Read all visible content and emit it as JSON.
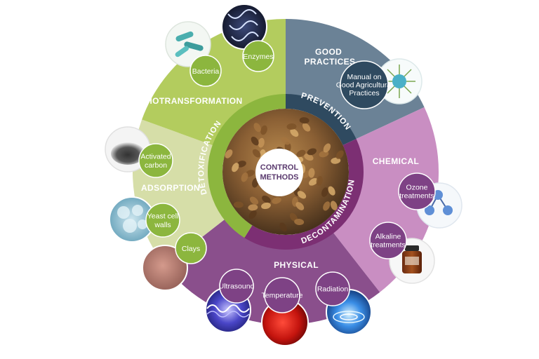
{
  "center": {
    "lines": [
      "CONTROL",
      "METHODS"
    ]
  },
  "ring": {
    "prevention": "PREVENTION",
    "detoxification": "DETOXIFICATION",
    "decontamination": "DECONTAMINATION"
  },
  "segments": {
    "good_practices": [
      "GOOD",
      "PRACTICES"
    ],
    "chemical": "CHEMICAL",
    "physical": "PHYSICAL",
    "adsorption": "ADSORPTION",
    "biotransformation": "BIOTRANSFORMATION"
  },
  "nodes": {
    "manual": [
      "Manual on",
      "Good Agricultural",
      "Practices"
    ],
    "ozone": [
      "Ozone",
      "treatments"
    ],
    "alkaline": [
      "Alkaline",
      "treatments"
    ],
    "radiation": [
      "Radiation"
    ],
    "temperature": [
      "Temperature"
    ],
    "ultrasound": [
      "Ultrasound"
    ],
    "clays": [
      "Clays"
    ],
    "yeast": [
      "Yeast cell",
      "walls"
    ],
    "activated_carbon": [
      "Activated",
      "carbon"
    ],
    "bacteria": [
      "Bacteria"
    ],
    "enzymes": [
      "Enzymes"
    ]
  },
  "colors": {
    "good_practices": "#6b8296",
    "chemical": "#c98ec2",
    "physical": "#8a4f8c",
    "adsorption": "#d6dea8",
    "biotransformation": "#b3cc5e",
    "prevention_ring": "#2f4a60",
    "detox_ring": "#8cb63e",
    "decon_ring": "#7c2f73",
    "node_green": "#8cb63e",
    "node_purple": "#7e4285",
    "node_navy": "#2f4a60"
  }
}
